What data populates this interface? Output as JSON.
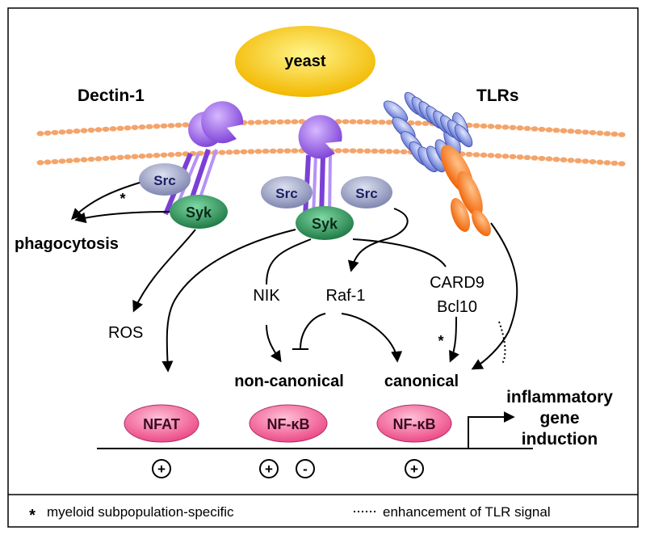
{
  "diagram": {
    "stimulus": "yeast",
    "receptors": {
      "dectin1": "Dectin-1",
      "tlrs": "TLRs"
    },
    "kinases": {
      "src": "Src",
      "syk": "Syk"
    },
    "outputs": {
      "phagocytosis": "phagocytosis",
      "ros": "ROS",
      "nik": "NIK",
      "raf1": "Raf-1",
      "card9": "CARD9",
      "bcl10": "Bcl10",
      "asterisk": "*",
      "non_canonical": "non-canonical",
      "canonical": "canonical",
      "inflammatory": "inflammatory",
      "gene": "gene",
      "induction": "induction"
    },
    "transcription_factors": {
      "nfat": "NFAT",
      "nfkb": "NF-κB"
    },
    "signs": {
      "plus": "+",
      "minus": "-"
    },
    "colors": {
      "yeast": "#ffd21e",
      "membrane": "#f4a46a",
      "receptor": "#9a6cf0",
      "src": "#9aa2c8",
      "syk": "#2e8b57",
      "tlr": "#7f95e0",
      "tlr_tail": "#ff7a1a",
      "nf": "#f06a9a"
    }
  },
  "legend": {
    "star": "*",
    "star_text": "myeloid subpopulation-specific",
    "dots_text": "enhancement of TLR signal"
  }
}
